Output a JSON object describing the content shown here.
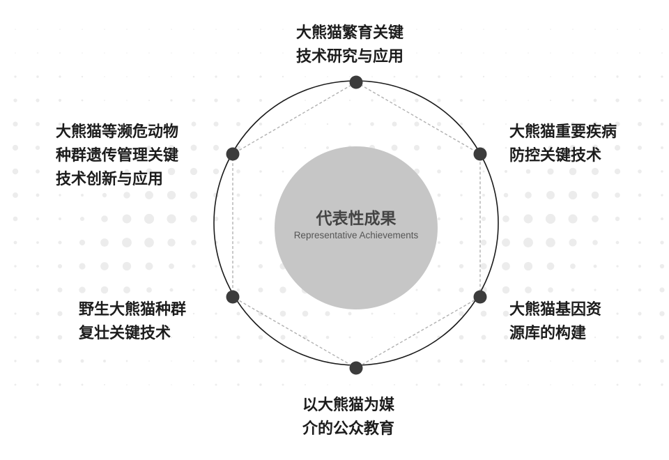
{
  "center": {
    "title": "代表性成果",
    "subtitle": "Representative Achievements"
  },
  "nodes": [
    {
      "id": "top",
      "lines": [
        "大熊猫繁育关键",
        "技术研究与应用"
      ]
    },
    {
      "id": "upper-right",
      "lines": [
        "大熊猫重要疾病",
        "防控关键技术"
      ]
    },
    {
      "id": "lower-right",
      "lines": [
        "大熊猫基因资",
        "源库的构建"
      ]
    },
    {
      "id": "bottom",
      "lines": [
        "以大熊猫为媒",
        "介的公众教育"
      ]
    },
    {
      "id": "lower-left",
      "lines": [
        "野生大熊猫种群",
        "复壮关键技术"
      ]
    },
    {
      "id": "upper-left",
      "lines": [
        "大熊猫等濒危动物",
        "种群遗传管理关键",
        "技术创新与应用"
      ]
    }
  ],
  "colors": {
    "ring": "#1a1a1a",
    "node": "#3c3c3c",
    "hexagon": "#b0b0b0",
    "center_fill": "#c6c6c6",
    "dots": "#ececec"
  }
}
